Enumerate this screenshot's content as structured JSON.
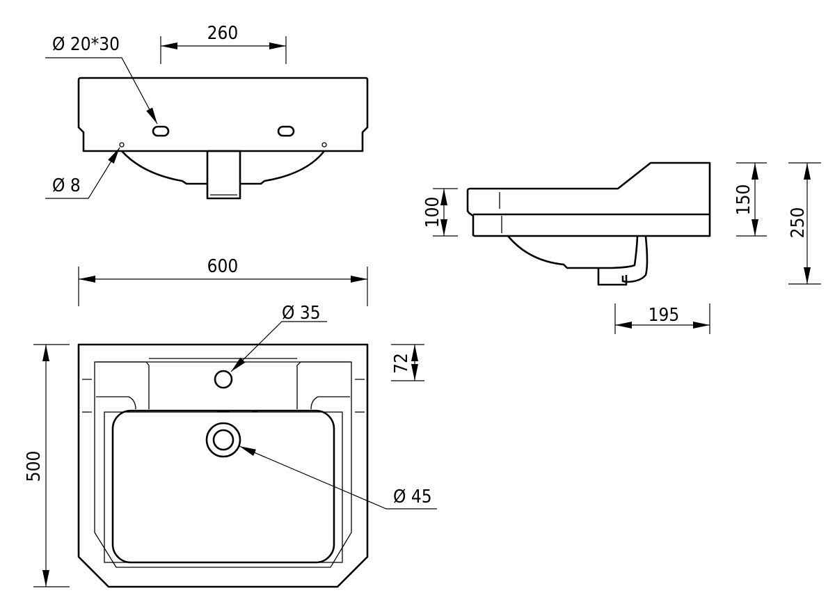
{
  "title": "Washbasin technical drawing",
  "front_view": {
    "tap_hole_spacing": "260",
    "tap_hole_size": "Ø 20*30",
    "fixing_hole": "Ø 8"
  },
  "side_view": {
    "rim_height": "100",
    "front_height": "150",
    "total_height": "250",
    "waste_offset": "195"
  },
  "plan_view": {
    "width": "600",
    "depth": "500",
    "deck_depth": "72",
    "tap_hole": "Ø 35",
    "waste_hole": "Ø 45"
  }
}
